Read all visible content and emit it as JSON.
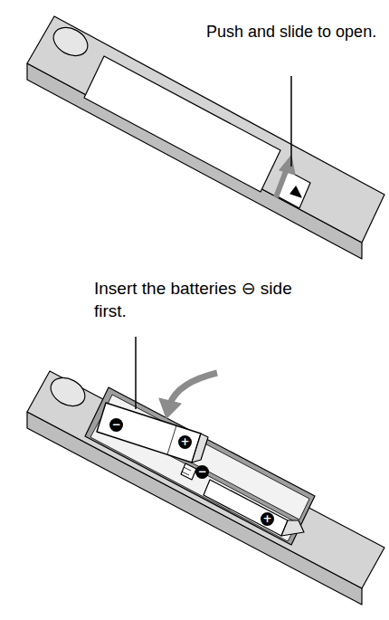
{
  "diagram": {
    "labels": [
      "Push and slide to open.",
      "Insert the batteries ⊖ side first.",
      "−",
      "+",
      "−",
      "+"
    ]
  }
}
